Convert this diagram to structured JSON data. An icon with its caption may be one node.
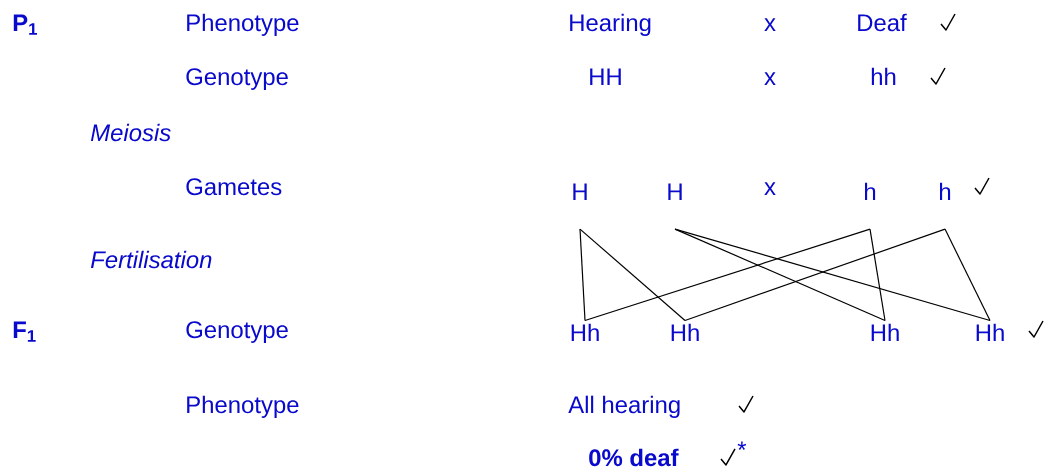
{
  "diagram": {
    "nodes": [
      {
        "text": [
          "H"
        ]
      },
      {
        "text": [
          "H"
        ]
      },
      {
        "text": [
          "h"
        ]
      },
      {
        "text": [
          "h"
        ]
      },
      {
        "text": [
          "Hh"
        ]
      },
      {
        "text": [
          "Hh"
        ]
      },
      {
        "text": [
          "Hh"
        ]
      },
      {
        "text": [
          "Hh"
        ]
      }
    ],
    "edges": [
      {
        "from": 0,
        "to": 4,
        "arrow": "none"
      },
      {
        "from": 0,
        "to": 5,
        "arrow": "none"
      },
      {
        "from": 1,
        "to": 6,
        "arrow": "none"
      },
      {
        "from": 1,
        "to": 7,
        "arrow": "none"
      },
      {
        "from": 2,
        "to": 4,
        "arrow": "none"
      },
      {
        "from": 2,
        "to": 6,
        "arrow": "none"
      },
      {
        "from": 3,
        "to": 5,
        "arrow": "none"
      },
      {
        "from": 3,
        "to": 7,
        "arrow": "none"
      }
    ],
    "labels": [
      "P$_{1}$",
      "Phenotype",
      "Hearing",
      "x",
      "Deaf",
      "Genotype",
      "HH",
      "x",
      "hh",
      "Meiosis",
      "Gametes",
      "x",
      "Fertilisation",
      "F$_{1}$",
      "Genotype",
      "Phenotype",
      "All hearing",
      "0% deaf",
      "*"
    ]
  }
}
